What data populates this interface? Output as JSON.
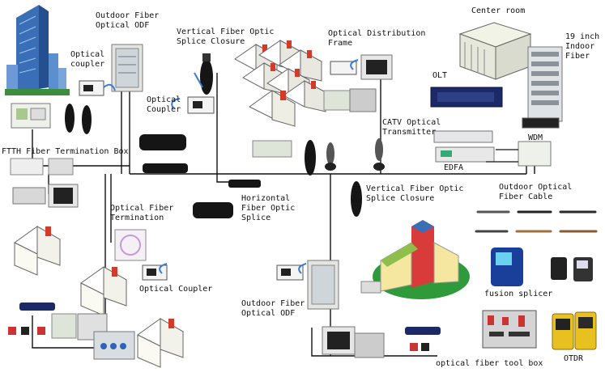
{
  "labels": {
    "outdoor_odf_top": "Outdoor Fiber\nOptical ODF",
    "coupler_top": "Optical\ncoupler",
    "vertical_closure_top": "Vertical Fiber Optic\nSplice Closure",
    "distribution_frame": "Optical Distribution\nFrame",
    "center_room": "Center room",
    "indoor_fiber": "19 inch\nIndoor\nFiber",
    "olt": "OLT",
    "optical_coupler_mid": "Optical\nCoupler",
    "catv": "CATV Optical\nTransmitter",
    "wdm": "WDM",
    "edfa": "EDFA",
    "ftth_box": "FTTH Fiber Termination Box",
    "horizontal_closure": "Horizontal\nFiber Optic\nSplice",
    "vertical_closure_mid": "Vertical Fiber Optic\nSplice Closure",
    "outdoor_cable": "Outdoor Optical\nFiber Cable",
    "termination": "Optical Fiber\nTermination",
    "coupler_bottom": "Optical Coupler",
    "fusion_splicer": "fusion splicer",
    "outdoor_odf_bottom": "Outdoor Fiber\nOptical ODF",
    "otdr": "OTDR",
    "tool_box": "optical fiber tool box"
  },
  "colors": {
    "line": "#111111",
    "house_roof": "#d23a2a",
    "house_wall": "#f2f2ea",
    "cabinet": "#e4e4e0",
    "device_blue": "#1b2a66",
    "closure_black": "#151515",
    "building_blue": "#3a6fb8",
    "grass": "#2e9a3a"
  }
}
